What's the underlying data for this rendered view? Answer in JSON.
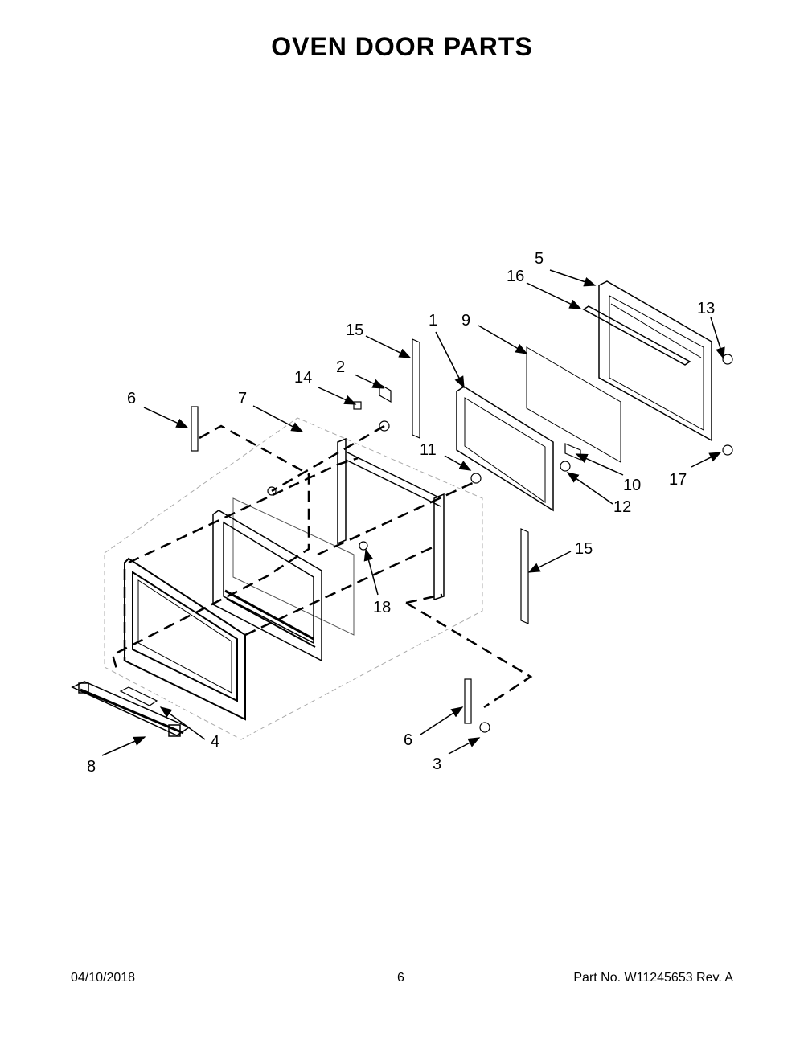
{
  "title": "OVEN DOOR PARTS",
  "callouts": {
    "c1": "1",
    "c2": "2",
    "c3": "3",
    "c4": "4",
    "c5": "5",
    "c6a": "6",
    "c6b": "6",
    "c7": "7",
    "c8": "8",
    "c9": "9",
    "c10": "10",
    "c11": "11",
    "c12": "12",
    "c13": "13",
    "c14": "14",
    "c15a": "15",
    "c15b": "15",
    "c16": "16",
    "c17": "17",
    "c18": "18"
  },
  "footer": {
    "date": "04/10/2018",
    "page": "6",
    "part": "Part No.  W11245653  Rev.  A"
  }
}
